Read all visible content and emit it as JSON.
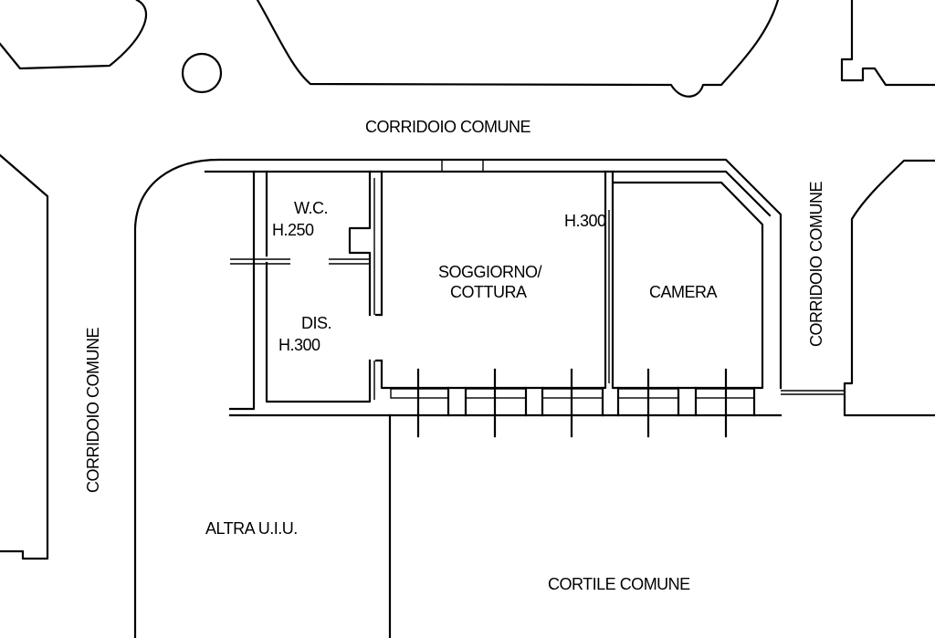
{
  "labels": {
    "corridor_top": "CORRIDOIO COMUNE",
    "corridor_left": "CORRIDOIO COMUNE",
    "corridor_right": "CORRIDOIO COMUNE",
    "wc_name": "W.C.",
    "wc_height": "H.250",
    "dis_name": "DIS.",
    "dis_height": "H.300",
    "living_height": "H.300",
    "living_name_1": "SOGGIORNO/",
    "living_name_2": "COTTURA",
    "bedroom_name": "CAMERA",
    "other_unit": "ALTRA U.I.U.",
    "courtyard": "CORTILE COMUNE"
  }
}
